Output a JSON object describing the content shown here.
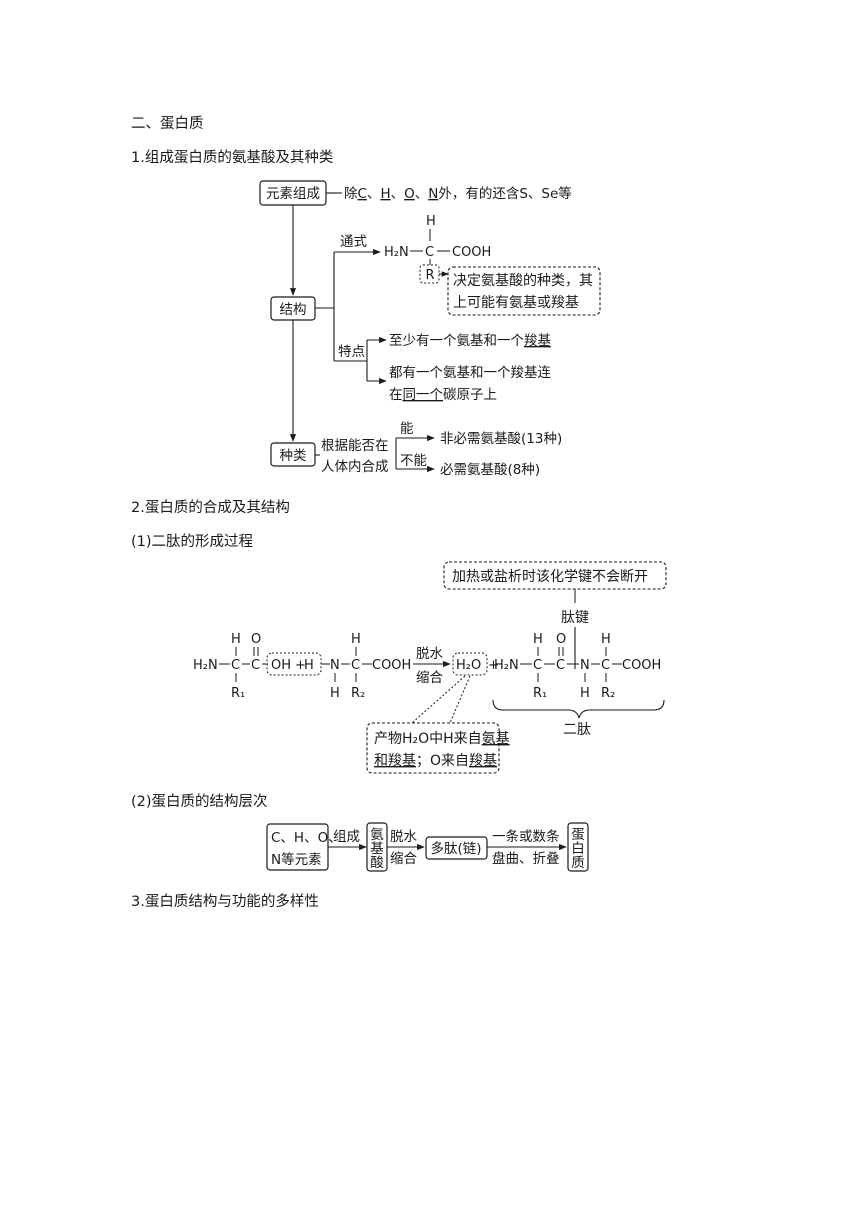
{
  "section_title": "二、蛋白质",
  "part1": {
    "heading": "1.组成蛋白质的氨基酸及其种类",
    "elements_box": "元素组成",
    "elements_note": {
      "pre": "除",
      "c": "C",
      "s1": "、",
      "h": "H",
      "s2": "、",
      "o": "O",
      "s3": "、",
      "n": "N",
      "post": "外，有的还含S、Se等"
    },
    "structure_box": "结构",
    "general_label": "通式",
    "formula": {
      "h_top": "H",
      "left": "H₂N",
      "right": "COOH",
      "r": "R"
    },
    "r_note": {
      "line1": "决定氨基酸的种类，其",
      "line2": "上可能有氨基或羧基"
    },
    "feature_label": "特点",
    "feature1": {
      "pre": "至少有一个氨基和一个",
      "ul": "羧基"
    },
    "feature2": {
      "line1": "都有一个氨基和一个羧基连",
      "pre": "在",
      "ul": "同一个",
      "post": "碳原子上"
    },
    "type_box": "种类",
    "type_cond": {
      "line1": "根据能否在",
      "line2": "人体内合成"
    },
    "can": "能",
    "cannot": "不能",
    "non_essential": "非必需氨基酸(13种)",
    "essential": "必需氨基酸(8种)"
  },
  "part2": {
    "heading": "2.蛋白质的合成及其结构",
    "sub1": "(1)二肽的形成过程",
    "bond_note": "加热或盐析时该化学键不会断开",
    "peptide_bond": "肽键",
    "reaction": {
      "h2n": "H₂N",
      "c": "C",
      "h": "H",
      "o": "O",
      "oh": "OH",
      "plus": "+",
      "n": "N",
      "cooh": "COOH",
      "r1": "R₁",
      "r2": "R₂",
      "dash": "—",
      "cond_top": "脱水",
      "cond_bottom": "缩合",
      "water": "H₂O"
    },
    "dipeptide": "二肽",
    "water_note": {
      "line1_pre": "产物H₂O中H来自",
      "line1_ul": "氨基",
      "line2_ul": "和羧基",
      "line2_post": "；O来自",
      "line2_ul2": "羧基"
    },
    "sub2": "(2)蛋白质的结构层次",
    "hier": {
      "box1_line1": "C、H、O、",
      "box1_line2": "N等元素",
      "arrow1": "组成",
      "box2": [
        "氨",
        "基",
        "酸"
      ],
      "arrow2_top": "脱水",
      "arrow2_bottom": "缩合",
      "box3": "多肽(链)",
      "arrow3_top": "一条或数条",
      "arrow3_bottom": "盘曲、折叠",
      "box4": [
        "蛋",
        "白",
        "质"
      ]
    }
  },
  "part3": {
    "heading": "3.蛋白质结构与功能的多样性"
  }
}
